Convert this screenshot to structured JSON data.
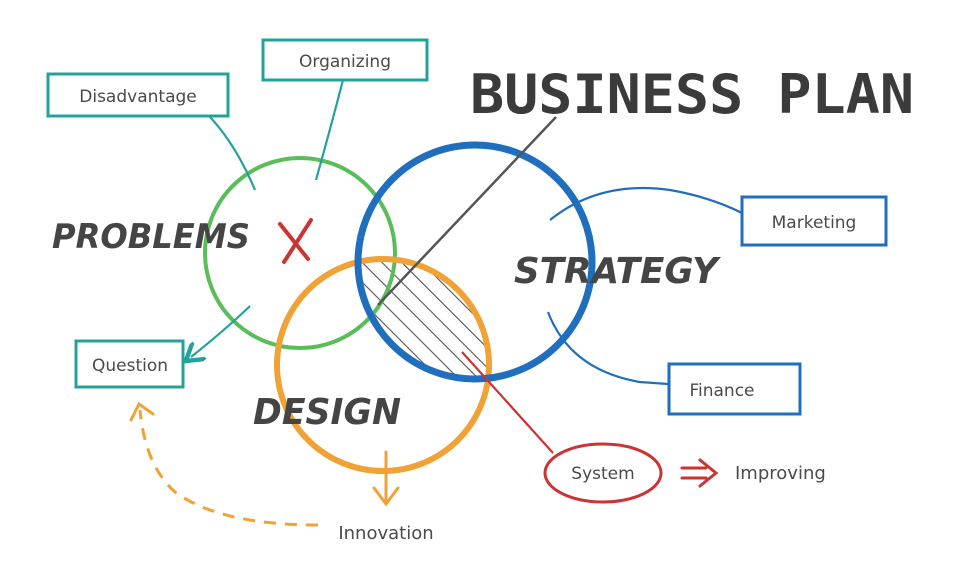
{
  "title": "BUSINESS PLAN",
  "circles": {
    "problems": "PROBLEMS",
    "strategy": "STRATEGY",
    "design": "DESIGN"
  },
  "labels": {
    "organizing": "Organizing",
    "disadvantage": "Disadvantage",
    "marketing": "Marketing",
    "finance": "Finance",
    "question": "Question",
    "system": "System",
    "improving": "Improving",
    "innovation": "Innovation"
  },
  "colors": {
    "teal": "#23a29a",
    "green": "#59bd5a",
    "blue": "#1f6fbe",
    "orange": "#f0a236",
    "red": "#cc3333",
    "dark": "#444444"
  }
}
